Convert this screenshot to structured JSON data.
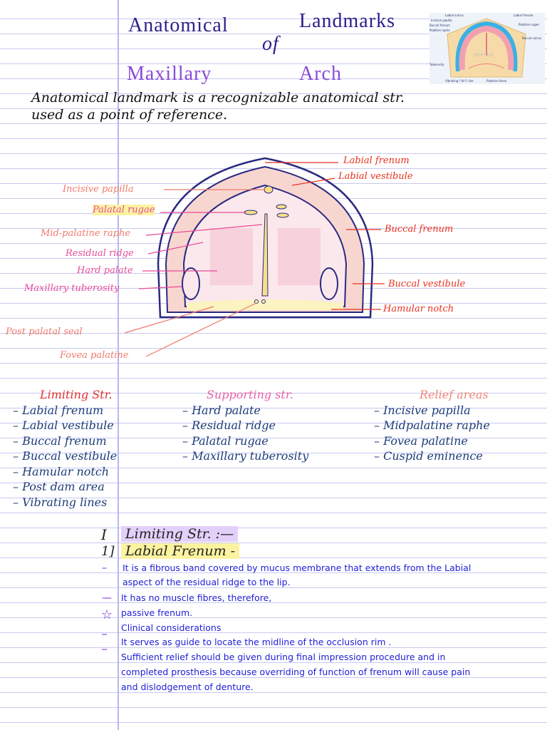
{
  "title": {
    "line1_left": "Anatomical",
    "line1_right": "Landmarks",
    "of": "of",
    "line2_left": "Maxillary",
    "line2_right": "Arch"
  },
  "definition": [
    "Anatomical landmark is a recognizable anatomical str.",
    "used as a point of reference."
  ],
  "thumbnail": {
    "labels": [
      "Labial sulcus",
      "Incisive papilla",
      "Buccal frenum",
      "Palatine raphe",
      "Tuberosity",
      "Vibrating (\"ah\") line",
      "Labial frenum",
      "Palatine rugae",
      "Buccal sulcus",
      "Palatine fovea"
    ],
    "watermark": "eDental"
  },
  "diagram_labels": {
    "labial_frenum": "Labial frenum",
    "labial_vestibule": "Labial vestibule",
    "incisive_papilla": "Incisive papilla",
    "palatal_rugae": "Palatal rugae",
    "mid_palatine_raphe": "Mid-palatine raphe",
    "buccal_frenum": "Buccal frenum",
    "residual_ridge": "Residual ridge",
    "hard_palate": "Hard palate",
    "maxillary_tuberosity": "Maxillary tuberosity",
    "buccal_vestibule": "Buccal vestibule",
    "hamular_notch": "Hamular notch",
    "post_palatal_seal": "Post palatal seal",
    "fovea_palatine": "Fovea palatine"
  },
  "columns": [
    {
      "heading": "Limiting Str.",
      "color": "#e0302a",
      "items": [
        "Labial frenum",
        "Labial vestibule",
        "Buccal frenum",
        "Buccal vestibule",
        "Hamular notch",
        "Post dam area",
        "Vibrating lines"
      ]
    },
    {
      "heading": "Supporting str.",
      "color": "#e860a8",
      "items": [
        "Hard palate",
        "Residual ridge",
        "Palatal rugae",
        "Maxillary tuberosity"
      ]
    },
    {
      "heading": "Relief areas",
      "color": "#f08878",
      "items": [
        "Incisive papilla",
        "Midpalatine raphe",
        "Fovea palatine",
        "Cuspid eminence"
      ]
    }
  ],
  "section": {
    "numeral": "I",
    "heading": "Limiting Str. :—",
    "sub_number": "1]",
    "subheading": "Labial Frenum -"
  },
  "notes": [
    "It is a fibrous band covered by mucus membrane that extends from the Labial",
    "aspect of the residual ridge to the lip.",
    "It has no muscle fibres, therefore,",
    "passive frenum.",
    "Clinical considerations",
    "It serves as guide to locate the midline of the occlusion rim .",
    "Sufficient relief should be given during final impression procedure and in",
    "completed prosthesis because overriding of function of frenum will cause pain",
    "and dislodgement of denture."
  ],
  "colors": {
    "title": "#2a1f8a",
    "subtitle": "#8a4ad8",
    "red_label": "#e8301e",
    "pink_label": "#e84a9a",
    "orange_label": "#f07a6a",
    "typed_text": "#1e1ed8"
  }
}
